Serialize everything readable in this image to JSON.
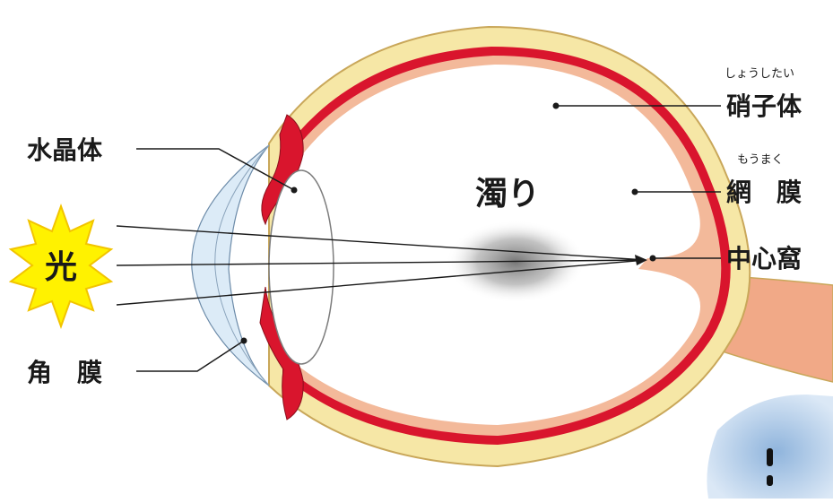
{
  "labels": {
    "crystalline_lens": "水晶体",
    "cornea": "角　膜",
    "light": "光",
    "opacity": "濁り",
    "vitreous": "硝子体",
    "vitreous_reading": "しょうしたい",
    "retina": "網　膜",
    "retina_reading": "もうまく",
    "fovea": "中心窩"
  },
  "colors": {
    "sclera": "#f6e7a6",
    "sclera_edge": "#c9a75a",
    "choroid": "#d9152d",
    "retina_layer": "#f3b99a",
    "optic_nerve": "#f1a987",
    "lens": "#ffffff",
    "cornea_fill": "#dcebf7",
    "light_burst": "#fff200",
    "opacity_cloud": "#8a8a8a",
    "text": "#1a1a1a"
  }
}
